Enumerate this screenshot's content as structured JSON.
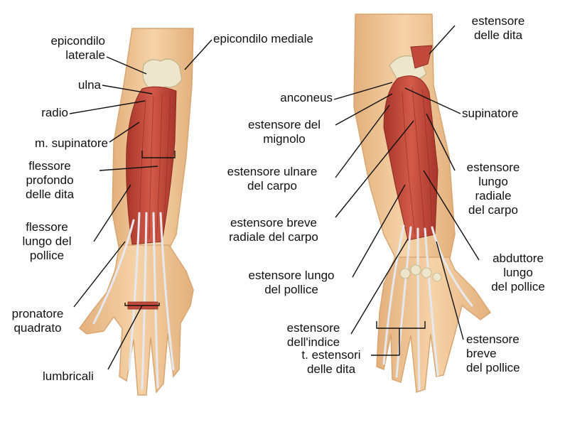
{
  "left_labels": [
    {
      "id": "epicondilo-laterale",
      "lines": [
        "epicondilo",
        "laterale"
      ]
    },
    {
      "id": "epicondilo-mediale",
      "lines": [
        "epicondilo mediale"
      ]
    },
    {
      "id": "ulna",
      "lines": [
        "ulna"
      ]
    },
    {
      "id": "radio",
      "lines": [
        "radio"
      ]
    },
    {
      "id": "m-supinatore",
      "lines": [
        "m. supinatore"
      ]
    },
    {
      "id": "flessore-profondo",
      "lines": [
        "flessore",
        "profondo",
        "delle dita"
      ]
    },
    {
      "id": "flessore-lungo-pollice",
      "lines": [
        "flessore",
        "lungo del",
        "pollice"
      ]
    },
    {
      "id": "pronatore-quadrato",
      "lines": [
        "pronatore",
        "quadrato"
      ]
    },
    {
      "id": "lumbricali",
      "lines": [
        "lumbricali"
      ]
    }
  ],
  "right_labels": [
    {
      "id": "estensore-dita",
      "lines": [
        "estensore",
        "delle dita"
      ]
    },
    {
      "id": "anconeus",
      "lines": [
        "anconeus"
      ]
    },
    {
      "id": "estensore-mignolo",
      "lines": [
        "estensore del",
        "mignolo"
      ]
    },
    {
      "id": "supinatore",
      "lines": [
        "supinatore"
      ]
    },
    {
      "id": "estensore-ulnare-carpo",
      "lines": [
        "estensore ulnare",
        "del carpo"
      ]
    },
    {
      "id": "estensore-lungo-radiale",
      "lines": [
        "estensore",
        "lungo",
        "radiale",
        "del carpo"
      ]
    },
    {
      "id": "estensore-breve-radiale",
      "lines": [
        "estensore breve",
        "radiale del carpo"
      ]
    },
    {
      "id": "abduttore-lungo-pollice",
      "lines": [
        "abduttore",
        "lungo",
        "del pollice"
      ]
    },
    {
      "id": "estensore-lungo-pollice",
      "lines": [
        "estensore lungo",
        "del pollice"
      ]
    },
    {
      "id": "estensore-indice",
      "lines": [
        "estensore",
        "dell'indice"
      ]
    },
    {
      "id": "tendini-estensori",
      "lines": [
        "t. estensori",
        "delle dita"
      ]
    },
    {
      "id": "estensore-breve-pollice",
      "lines": [
        "estensore",
        "breve",
        "del pollice"
      ]
    }
  ],
  "colors": {
    "skin": "#f0c99a",
    "skin_edge": "#d9a673",
    "muscle": "#c24a3c",
    "muscle_dark": "#9b2f26",
    "tendon": "#e6e8ef",
    "bone": "#eee6cc",
    "leader": "#111111"
  }
}
